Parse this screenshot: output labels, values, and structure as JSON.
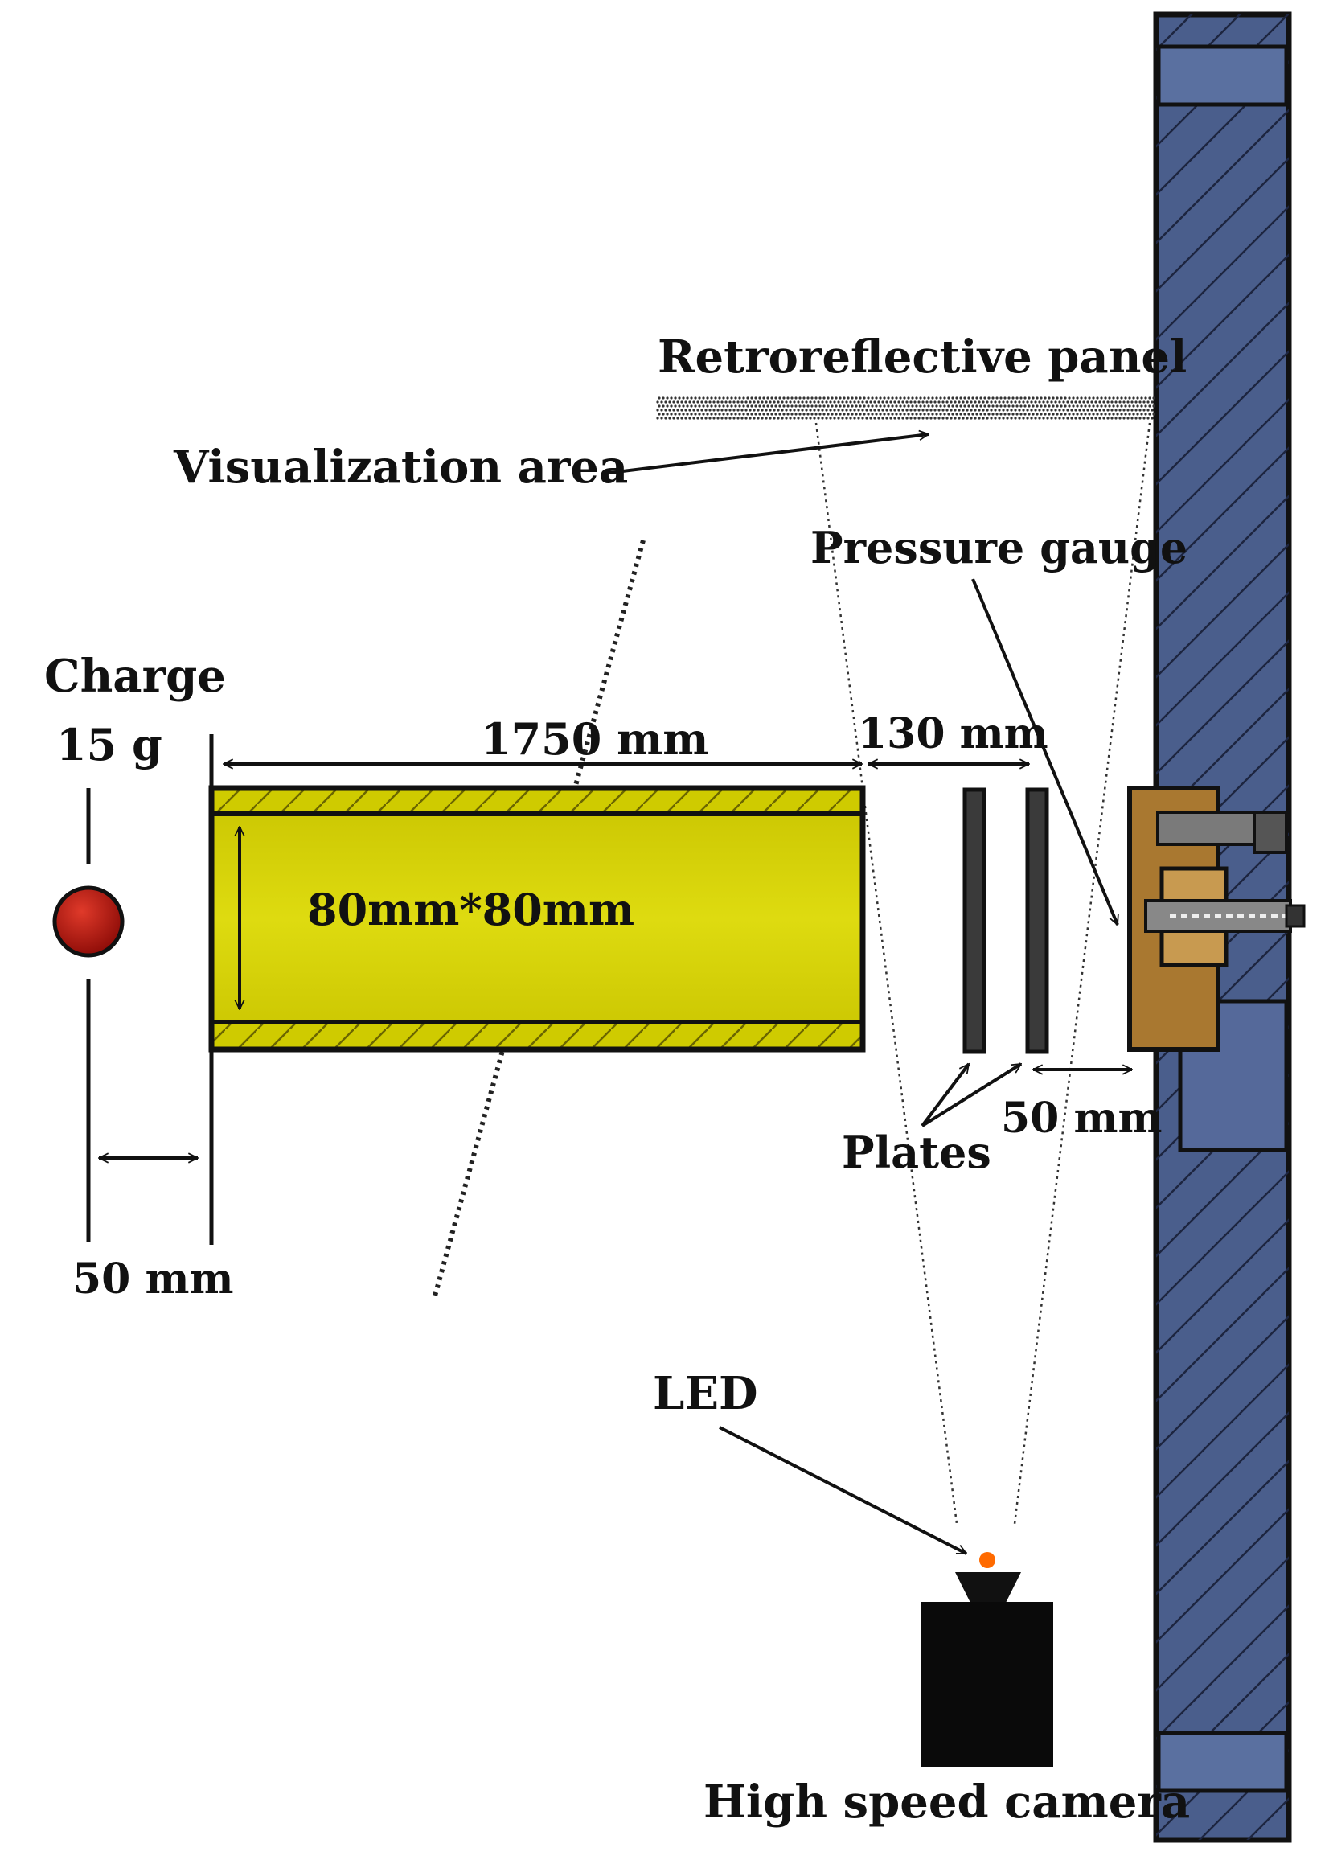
{
  "labels": {
    "retroreflective_panel": "Retroreflective panel",
    "visualization_area": "Visualization area",
    "pressure_gauge": "Pressure gauge",
    "charge": "Charge",
    "charge_mass": "15 g",
    "tube_length": "1750 mm",
    "tube_section": "80mm*80mm",
    "plate_gap": "130 mm",
    "gauge_gap": "50 mm",
    "plates": "Plates",
    "standoff": "50 mm",
    "led": "LED",
    "camera": "High speed camera"
  },
  "colors": {
    "tube": "#d4cf00",
    "wall": "#4a5e8c",
    "gauge_mount": "#a97830",
    "charge": "#c0140c",
    "led": "#ff6a00",
    "ink": "#111111"
  }
}
